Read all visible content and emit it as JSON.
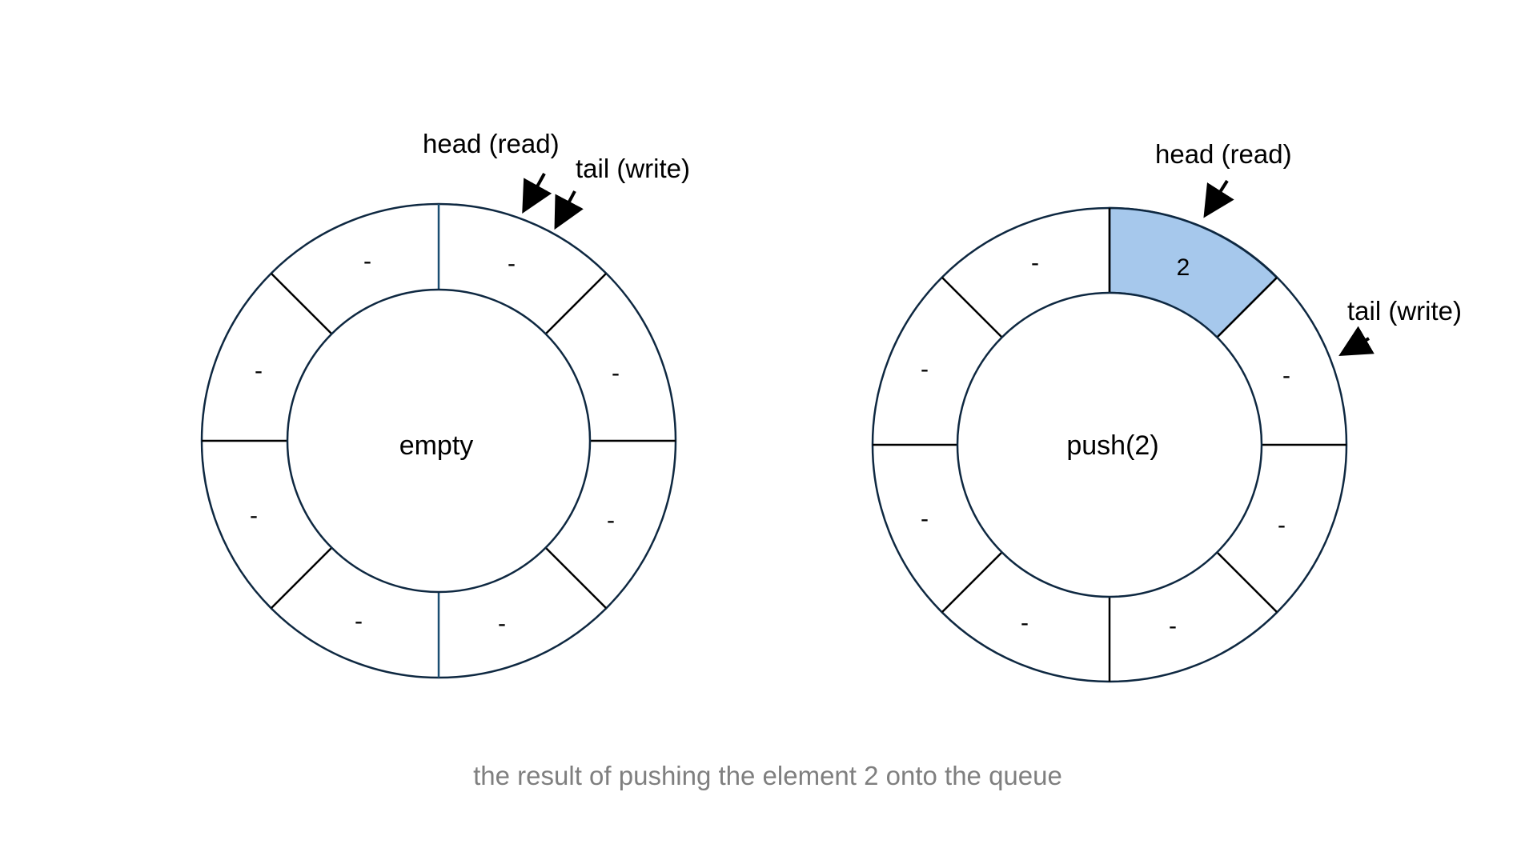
{
  "diagrams": [
    {
      "center_label": "empty",
      "slots": [
        "-",
        "-",
        "-",
        "-",
        "-",
        "-",
        "-",
        "-"
      ],
      "filled_slot_index": null,
      "head_label": "head (read)",
      "tail_label": "tail (write)"
    },
    {
      "center_label": "push(2)",
      "slots": [
        "2",
        "-",
        "-",
        "-",
        "-",
        "-",
        "-",
        "-"
      ],
      "filled_slot_index": 0,
      "head_label": "head (read)",
      "tail_label": "tail (write)"
    }
  ],
  "caption": "the result of pushing the element 2 onto the queue",
  "colors": {
    "ring_stroke": "#0e2841",
    "filled_slot": "#a6c8ec",
    "caption": "#7f7f7f",
    "arrow": "#000000"
  }
}
